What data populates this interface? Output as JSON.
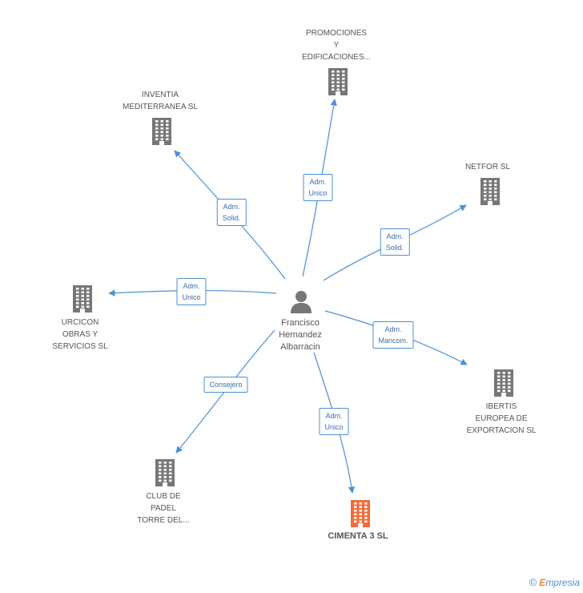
{
  "center": {
    "name_lines": [
      "Francisco",
      "Hernandez",
      "Albarracin"
    ],
    "icon": "person-icon"
  },
  "companies": [
    {
      "id": "promociones",
      "lines": [
        "PROMOCIONES",
        "Y",
        "EDIFICACIONES..."
      ],
      "icon": "building-icon",
      "color": "#777777"
    },
    {
      "id": "inventia",
      "lines": [
        "INVENTIA",
        "MEDITERRANEA SL"
      ],
      "icon": "building-icon",
      "color": "#777777"
    },
    {
      "id": "netfor",
      "lines": [
        "NETFOR SL"
      ],
      "icon": "building-icon",
      "color": "#777777"
    },
    {
      "id": "urcicon",
      "lines": [
        "URCICON",
        "OBRAS Y",
        "SERVICIOS SL"
      ],
      "icon": "building-icon",
      "color": "#777777"
    },
    {
      "id": "ibertis",
      "lines": [
        "IBERTIS",
        "EUROPEA DE",
        "EXPORTACION SL"
      ],
      "icon": "building-icon",
      "color": "#777777"
    },
    {
      "id": "club",
      "lines": [
        "CLUB DE",
        "PADEL",
        "TORRE DEL..."
      ],
      "icon": "building-icon",
      "color": "#777777"
    },
    {
      "id": "cimenta",
      "lines": [
        "CIMENTA 3 SL"
      ],
      "icon": "building-icon",
      "color": "#f26b3a",
      "focus": true
    }
  ],
  "relations": [
    {
      "to": "promociones",
      "role_lines": [
        "Adm.",
        "Unico"
      ]
    },
    {
      "to": "inventia",
      "role_lines": [
        "Adm.",
        "Solid."
      ]
    },
    {
      "to": "netfor",
      "role_lines": [
        "Adm.",
        "Solid."
      ]
    },
    {
      "to": "urcicon",
      "role_lines": [
        "Adm.",
        "Unico"
      ]
    },
    {
      "to": "ibertis",
      "role_lines": [
        "Adm.",
        "Mancom."
      ]
    },
    {
      "to": "club",
      "role_lines": [
        "Consejero"
      ]
    },
    {
      "to": "cimenta",
      "role_lines": [
        "Adm.",
        "Unico"
      ]
    }
  ],
  "colors": {
    "edge": "#4a90d9",
    "role_border": "#4a90d9",
    "role_text": "#3a6fb0"
  },
  "footer": {
    "copyright_symbol": "©",
    "brand_initial": "E",
    "brand_rest": "mpresia"
  }
}
